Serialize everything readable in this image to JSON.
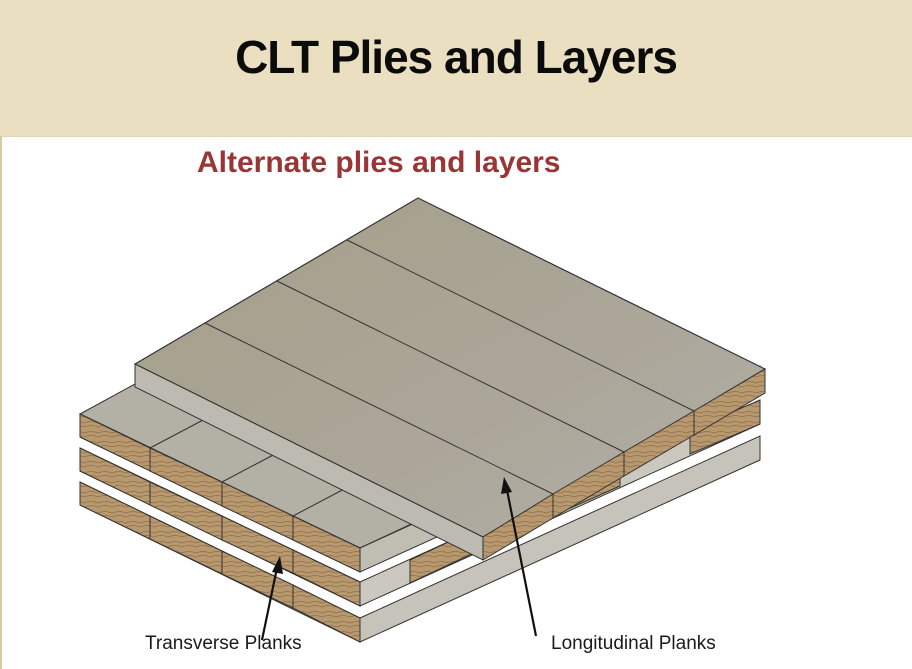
{
  "slide": {
    "title": "CLT Plies and Layers",
    "subtitle": "Alternate plies and layers"
  },
  "diagram": {
    "labels": {
      "transverse": "Transverse Planks",
      "longitudinal": "Longitudinal Planks"
    },
    "colors": {
      "header_bg": "#ebdfc2",
      "subtitle": "#9a3535",
      "plank_top": "#aaa594",
      "plank_side_light": "#c9c5b8",
      "wood_end_grain": "#b59872",
      "outline": "#2b2b2b"
    }
  }
}
